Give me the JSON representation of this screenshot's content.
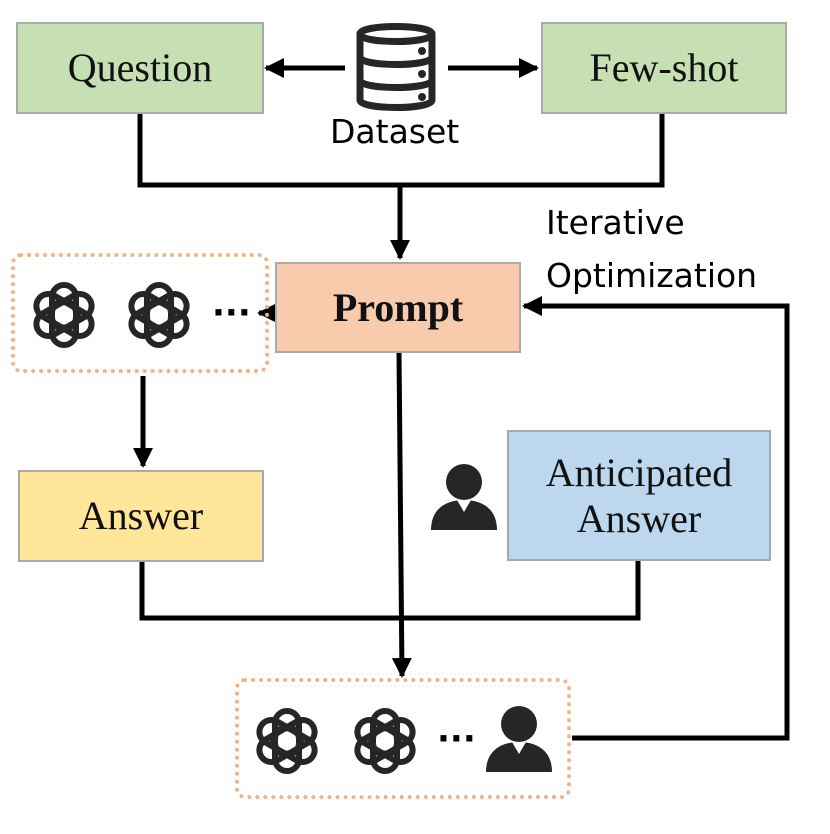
{
  "nodes": {
    "question": {
      "label": "Question",
      "color": "#c6e0b4"
    },
    "fewshot": {
      "label": "Few-shot",
      "color": "#c6e0b4"
    },
    "prompt": {
      "label": "Prompt",
      "color": "#f8cbad"
    },
    "answer": {
      "label": "Answer",
      "color": "#ffe699"
    },
    "anticipated": {
      "line1": "Anticipated",
      "line2": "Answer",
      "color": "#bdd7ee"
    }
  },
  "labels": {
    "dataset": "Dataset",
    "iterative_line1": "Iterative",
    "iterative_line2": "Optimization",
    "ellipsis": "···"
  },
  "icons": [
    "database-icon",
    "openai-logo-icon",
    "user-icon"
  ],
  "colors": {
    "dashed_border": "#f4b183",
    "line": "#000000",
    "icon": "#262626"
  }
}
